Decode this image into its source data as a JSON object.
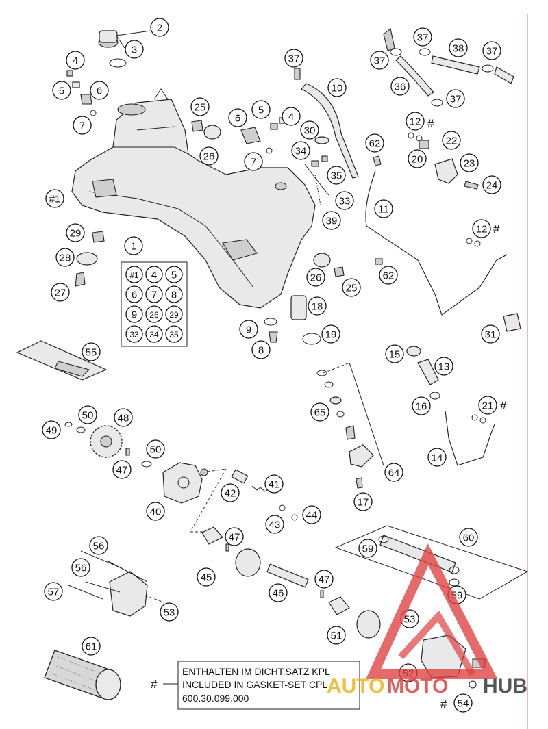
{
  "callouts": [
    {
      "id": "c1",
      "label": "2"
    },
    {
      "id": "c2",
      "label": "3"
    },
    {
      "id": "c3",
      "label": "4"
    },
    {
      "id": "c4",
      "label": "5"
    },
    {
      "id": "c5",
      "label": "6"
    },
    {
      "id": "c6",
      "label": "7"
    },
    {
      "id": "c7",
      "label": "25"
    },
    {
      "id": "c8",
      "label": "26"
    },
    {
      "id": "c9",
      "label": "6"
    },
    {
      "id": "c10",
      "label": "5"
    },
    {
      "id": "c11",
      "label": "4"
    },
    {
      "id": "c12",
      "label": "7"
    },
    {
      "id": "c13",
      "label": "30"
    },
    {
      "id": "c14",
      "label": "34"
    },
    {
      "id": "c15",
      "label": "35"
    },
    {
      "id": "c16",
      "label": "33"
    },
    {
      "id": "c17",
      "label": "39"
    },
    {
      "id": "c18",
      "label": "37"
    },
    {
      "id": "c19",
      "label": "10"
    },
    {
      "id": "c20",
      "label": "37"
    },
    {
      "id": "c21",
      "label": "37"
    },
    {
      "id": "c22",
      "label": "38"
    },
    {
      "id": "c23",
      "label": "37"
    },
    {
      "id": "c24",
      "label": "36"
    },
    {
      "id": "c25",
      "label": "37"
    },
    {
      "id": "c26",
      "label": "12"
    },
    {
      "id": "c27",
      "label": "62"
    },
    {
      "id": "c28",
      "label": "22"
    },
    {
      "id": "c29",
      "label": "20"
    },
    {
      "id": "c30",
      "label": "23"
    },
    {
      "id": "c31",
      "label": "24"
    },
    {
      "id": "c32",
      "label": "11"
    },
    {
      "id": "c33",
      "label": "12"
    },
    {
      "id": "c34",
      "label": "#1"
    },
    {
      "id": "c35",
      "label": "29"
    },
    {
      "id": "c36",
      "label": "28"
    },
    {
      "id": "c37",
      "label": "27"
    },
    {
      "id": "c38",
      "label": "1"
    },
    {
      "id": "c39",
      "label": "26"
    },
    {
      "id": "c40",
      "label": "25"
    },
    {
      "id": "c41",
      "label": "62"
    },
    {
      "id": "c42",
      "label": "18"
    },
    {
      "id": "c43",
      "label": "9"
    },
    {
      "id": "c44",
      "label": "8"
    },
    {
      "id": "c45",
      "label": "19"
    },
    {
      "id": "c46",
      "label": "31"
    },
    {
      "id": "c47",
      "label": "55"
    },
    {
      "id": "c48",
      "label": "15"
    },
    {
      "id": "c49",
      "label": "13"
    },
    {
      "id": "c50",
      "label": "65"
    },
    {
      "id": "c51",
      "label": "16"
    },
    {
      "id": "c52",
      "label": "21"
    },
    {
      "id": "c53",
      "label": "14"
    },
    {
      "id": "c54",
      "label": "64"
    },
    {
      "id": "c55",
      "label": "17"
    },
    {
      "id": "c56",
      "label": "49"
    },
    {
      "id": "c57",
      "label": "50"
    },
    {
      "id": "c58",
      "label": "48"
    },
    {
      "id": "c59",
      "label": "50"
    },
    {
      "id": "c60",
      "label": "47"
    },
    {
      "id": "c61",
      "label": "40"
    },
    {
      "id": "c62",
      "label": "42"
    },
    {
      "id": "c63",
      "label": "41"
    },
    {
      "id": "c64",
      "label": "43"
    },
    {
      "id": "c65",
      "label": "44"
    },
    {
      "id": "c66",
      "label": "47"
    },
    {
      "id": "c67",
      "label": "45"
    },
    {
      "id": "c68",
      "label": "46"
    },
    {
      "id": "c69",
      "label": "47"
    },
    {
      "id": "c70",
      "label": "60"
    },
    {
      "id": "c71",
      "label": "59"
    },
    {
      "id": "c72",
      "label": "59"
    },
    {
      "id": "c73",
      "label": "56"
    },
    {
      "id": "c74",
      "label": "56"
    },
    {
      "id": "c75",
      "label": "57"
    },
    {
      "id": "c76",
      "label": "53"
    },
    {
      "id": "c77",
      "label": "51"
    },
    {
      "id": "c78",
      "label": "53"
    },
    {
      "id": "c79",
      "label": "52"
    },
    {
      "id": "c80",
      "label": "61"
    },
    {
      "id": "c81",
      "label": "54"
    }
  ],
  "kit_table": [
    "#1",
    "4",
    "5",
    "6",
    "7",
    "8",
    "9",
    "26",
    "29",
    "33",
    "34",
    "35"
  ],
  "hash_marks": {
    "h12a": "#",
    "h12b": "#",
    "h21": "#",
    "hnote": "#",
    "h54": "#"
  },
  "note": {
    "line1": "ENTHALTEN IM DICHT.SATZ KPL",
    "line2": "INCLUDED IN GASKET-SET CPL",
    "line3": "600.30.099.000"
  },
  "watermark": {
    "part1": "AUTO",
    "part2": "MOTO",
    "part3": "HUB",
    "color_primary": "#e04040",
    "color_secondary": "#f2b21a",
    "color_tertiary": "#444444"
  }
}
